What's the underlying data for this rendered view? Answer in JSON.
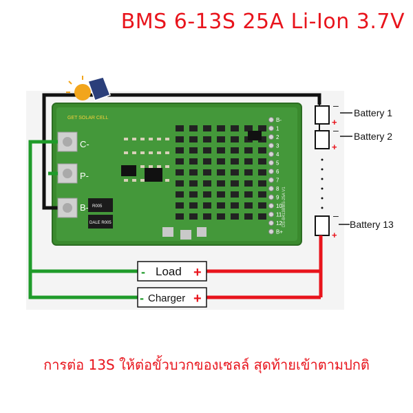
{
  "title": "BMS 6-13S 25A Li-Ion 3.7V",
  "caption": "การต่อ 13S ให้ต่อขั้วบวกของเซลล์ สุดท้ายเข้าตามปกติ",
  "board": {
    "logo_text": "GET SOLAR CELL",
    "terminal_labels": [
      "C-",
      "P-",
      "B-"
    ],
    "resistor_labels": [
      "R005",
      "DALE R005"
    ],
    "pin_labels": [
      "B-",
      "1",
      "2",
      "3",
      "4",
      "5",
      "6",
      "7",
      "8",
      "9",
      "10",
      "11",
      "12",
      "B+"
    ],
    "silk_text": "DS-B413BMS-25A V1"
  },
  "batteries": [
    {
      "label": "Battery 1"
    },
    {
      "label": "Battery 2"
    },
    {
      "label": "Battery 13"
    }
  ],
  "loads": [
    {
      "label": "Load",
      "minus": "-",
      "plus": "+"
    },
    {
      "label": "Charger",
      "minus": "-",
      "plus": "+"
    }
  ],
  "colors": {
    "title": "#e8141c",
    "board": "#3a8a2e",
    "wire_black": "#111111",
    "wire_green": "#1f9b2a",
    "wire_red": "#e8141c"
  }
}
